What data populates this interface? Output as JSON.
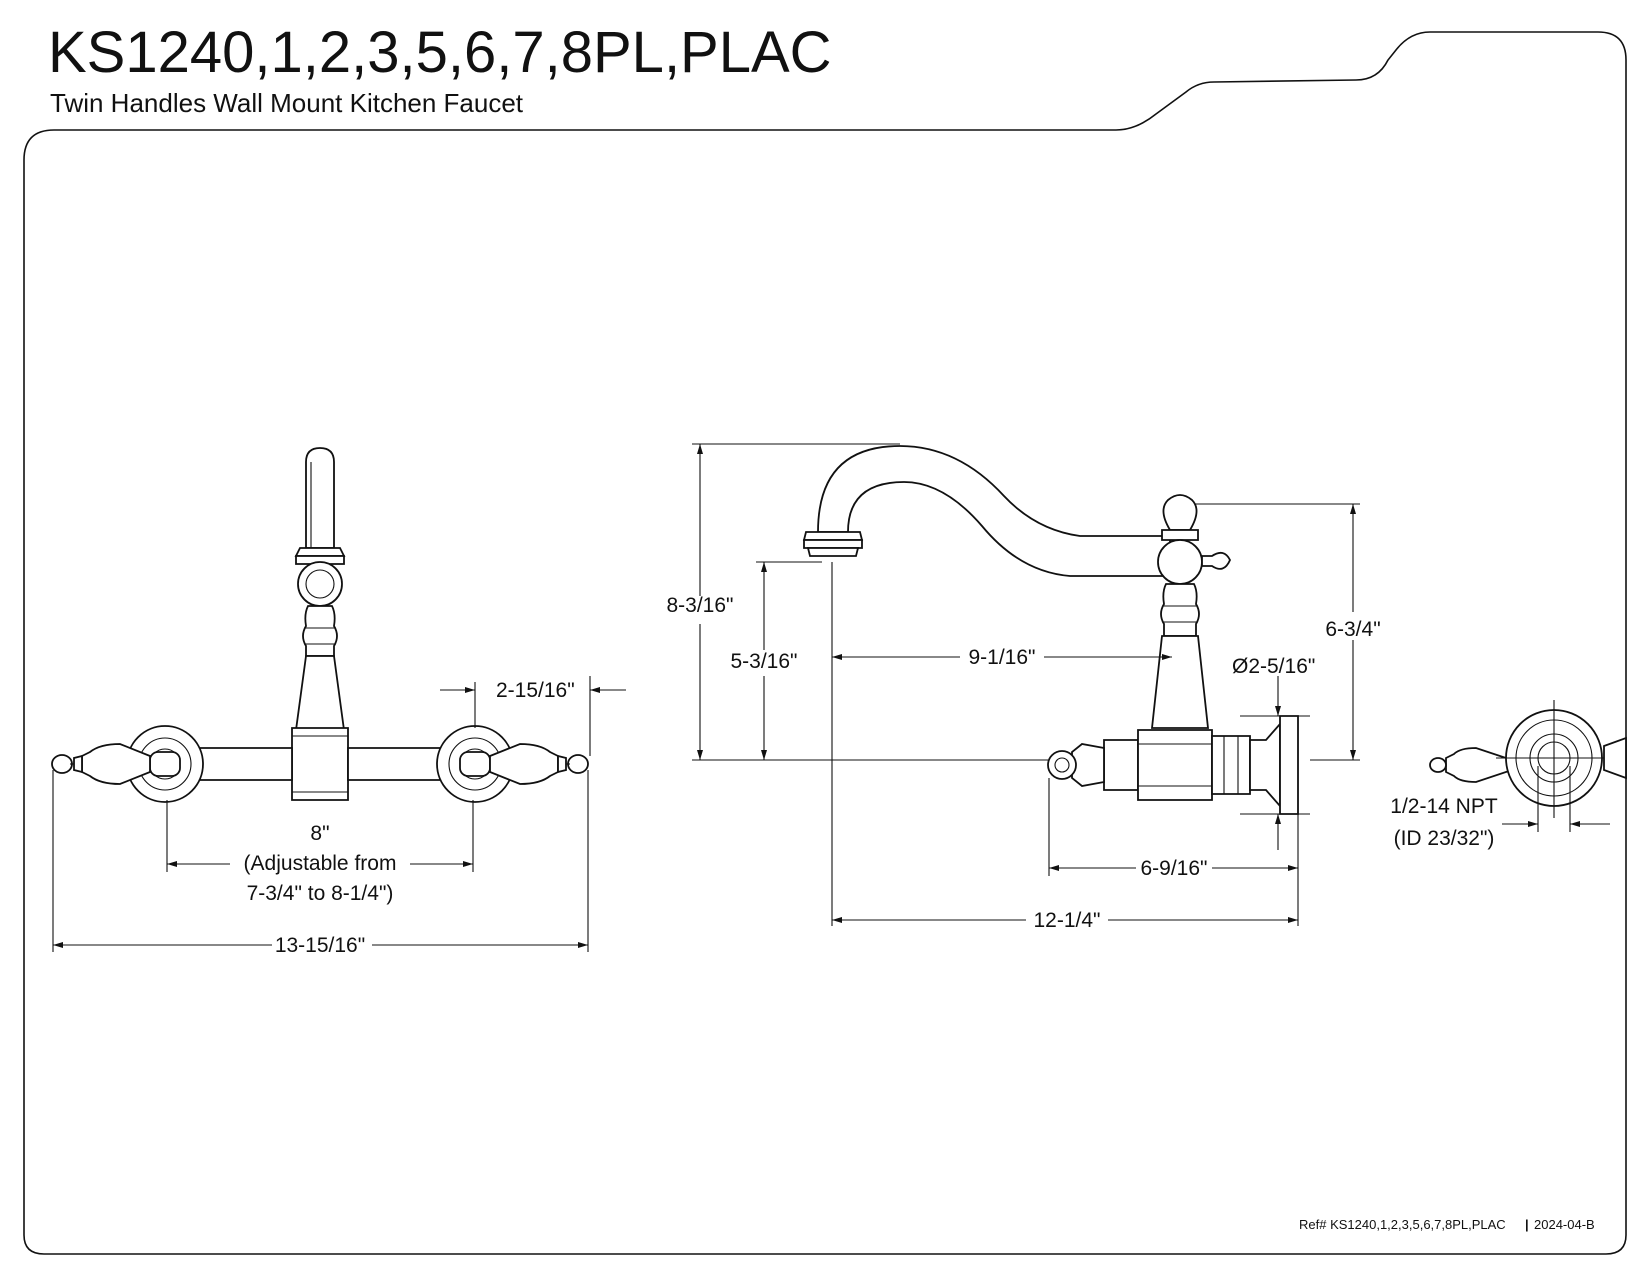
{
  "header": {
    "title": "KS1240,1,2,3,5,6,7,8PL,PLAC",
    "subtitle": "Twin Handles Wall Mount Kitchen Faucet"
  },
  "front_view": {
    "dim_handle_offset": "2-15/16\"",
    "dim_center_value": "8\"",
    "dim_center_note_1": "(Adjustable from",
    "dim_center_note_2": "7-3/4\" to 8-1/4\")",
    "dim_overall_width": "13-15/16\""
  },
  "side_view": {
    "dim_spout_height": "8-3/16\"",
    "dim_spout_clearance": "5-3/16\"",
    "dim_spout_reach": "9-1/16\"",
    "dim_flange_diameter": "Ø2-5/16\"",
    "dim_body_height": "6-3/4\"",
    "dim_body_depth": "6-9/16\"",
    "dim_overall_depth": "12-1/4\""
  },
  "connection_view": {
    "dim_thread": "1/2-14 NPT",
    "dim_inner_diameter": "(ID 23/32\")"
  },
  "footer": {
    "ref_label": "Ref# KS1240,1,2,3,5,6,7,8PL,PLAC",
    "separator": "|",
    "revision": "2024-04-B"
  }
}
